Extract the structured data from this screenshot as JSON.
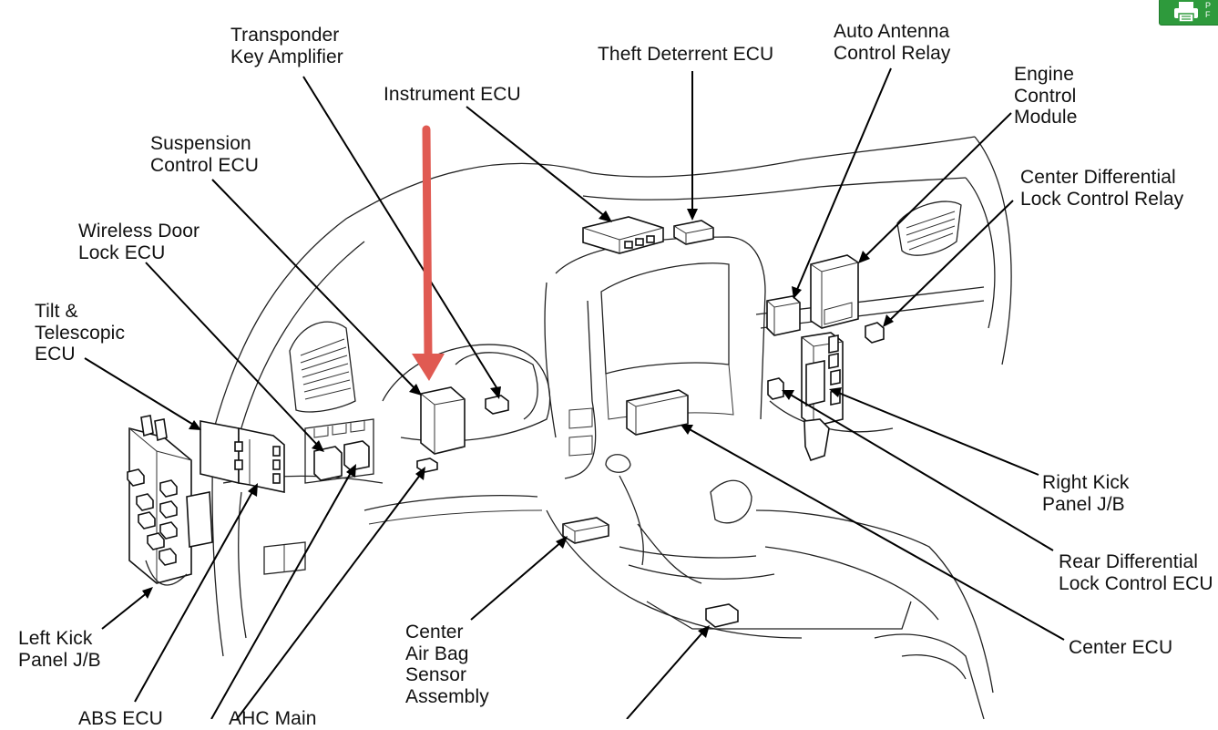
{
  "labels": {
    "transponder": "Transponder\nKey Amplifier",
    "instrument": "Instrument ECU",
    "theft": "Theft Deterrent ECU",
    "antenna": "Auto Antenna\nControl Relay",
    "engine": "Engine\nControl\nModule",
    "center_diff": "Center Differential\nLock Control Relay",
    "suspension": "Suspension\nControl ECU",
    "wireless": "Wireless Door\nLock ECU",
    "tilt": "Tilt &\nTelescopic\nECU",
    "right_kick": "Right Kick\nPanel J/B",
    "rear_diff": "Rear Differential\nLock Control ECU",
    "center_ecu": "Center ECU",
    "left_kick": "Left Kick\nPanel J/B",
    "airbag": "Center\nAir Bag\nSensor\nAssembly",
    "abs": "ABS ECU",
    "ahc": "AHC Main"
  },
  "print_button": {
    "icon": "printer-icon",
    "text": "P\nF"
  },
  "colors": {
    "highlight_arrow": "#e05a52",
    "button": "#2e9a3c"
  }
}
